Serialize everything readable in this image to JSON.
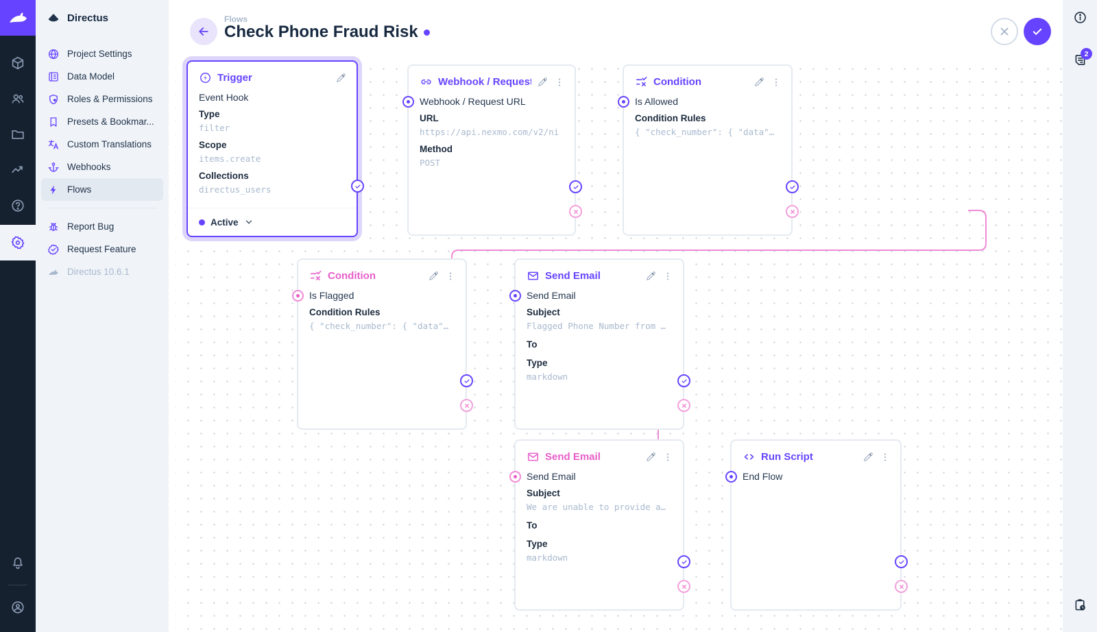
{
  "colors": {
    "primary": "#6644ff",
    "reject_pink": "#e75ec9",
    "sidebar_bg": "#f0f4f9",
    "module_bar_bg": "#16212f",
    "text_dark": "#172940",
    "value_muted": "#a8b9ce"
  },
  "module_bar": {
    "icons": [
      "directus-rabbit-logo",
      "content-cube",
      "users",
      "files-folder",
      "insights-activity",
      "help",
      "settings-gear",
      "notifications-bell",
      "account-avatar"
    ]
  },
  "nav": {
    "title": "Directus",
    "items": [
      {
        "label": "Project Settings",
        "icon": "globe-icon"
      },
      {
        "label": "Data Model",
        "icon": "data-model-icon"
      },
      {
        "label": "Roles & Permissions",
        "icon": "shield-icon"
      },
      {
        "label": "Presets & Bookmar...",
        "icon": "bookmark-icon"
      },
      {
        "label": "Custom Translations",
        "icon": "translate-icon"
      },
      {
        "label": "Webhooks",
        "icon": "anchor-icon"
      },
      {
        "label": "Flows",
        "icon": "bolt-icon"
      }
    ],
    "footer_items": [
      {
        "label": "Report Bug",
        "icon": "bug-icon"
      },
      {
        "label": "Request Feature",
        "icon": "verified-icon"
      }
    ],
    "version": "Directus 10.6.1"
  },
  "header": {
    "breadcrumb": "Flows",
    "title": "Check Phone Fraud Risk"
  },
  "right_bar": {
    "notifications_count": "2",
    "icons": [
      "info-icon",
      "notes-icon",
      "activity-log-icon"
    ]
  },
  "canvas": {
    "nodes": [
      {
        "title": "Trigger",
        "icon": "bolt-circle-icon",
        "name": "Event Hook",
        "fields": [
          {
            "label": "Type",
            "value": "filter"
          },
          {
            "label": "Scope",
            "value": "items.create"
          },
          {
            "label": "Collections",
            "value": "directus_users"
          }
        ],
        "status": "Active"
      },
      {
        "title": "Webhook / Request URL",
        "icon": "link-icon",
        "name": "Webhook / Request URL",
        "fields": [
          {
            "label": "URL",
            "value": "https://api.nexmo.com/v2/ni"
          },
          {
            "label": "Method",
            "value": "POST"
          }
        ]
      },
      {
        "title": "Condition",
        "icon": "condition-icon",
        "name": "Is Allowed",
        "fields": [
          {
            "label": "Condition Rules",
            "value": "{ \"check_number\": { \"data\"…"
          }
        ]
      },
      {
        "title": "Condition",
        "icon": "condition-icon",
        "name": "Is Flagged",
        "fields": [
          {
            "label": "Condition Rules",
            "value": "{ \"check_number\": { \"data\"…"
          }
        ]
      },
      {
        "title": "Send Email",
        "icon": "envelope-icon",
        "name": "Send Email",
        "fields": [
          {
            "label": "Subject",
            "value": "Flagged Phone Number from …"
          },
          {
            "label": "To",
            "value": ""
          },
          {
            "label": "Type",
            "value": "markdown"
          }
        ]
      },
      {
        "title": "Send Email",
        "icon": "envelope-icon",
        "name": "Send Email",
        "fields": [
          {
            "label": "Subject",
            "value": "We are unable to provide a…"
          },
          {
            "label": "To",
            "value": ""
          },
          {
            "label": "Type",
            "value": "markdown"
          }
        ]
      },
      {
        "title": "Run Script",
        "icon": "code-icon",
        "name": "End Flow",
        "fields": []
      }
    ]
  }
}
